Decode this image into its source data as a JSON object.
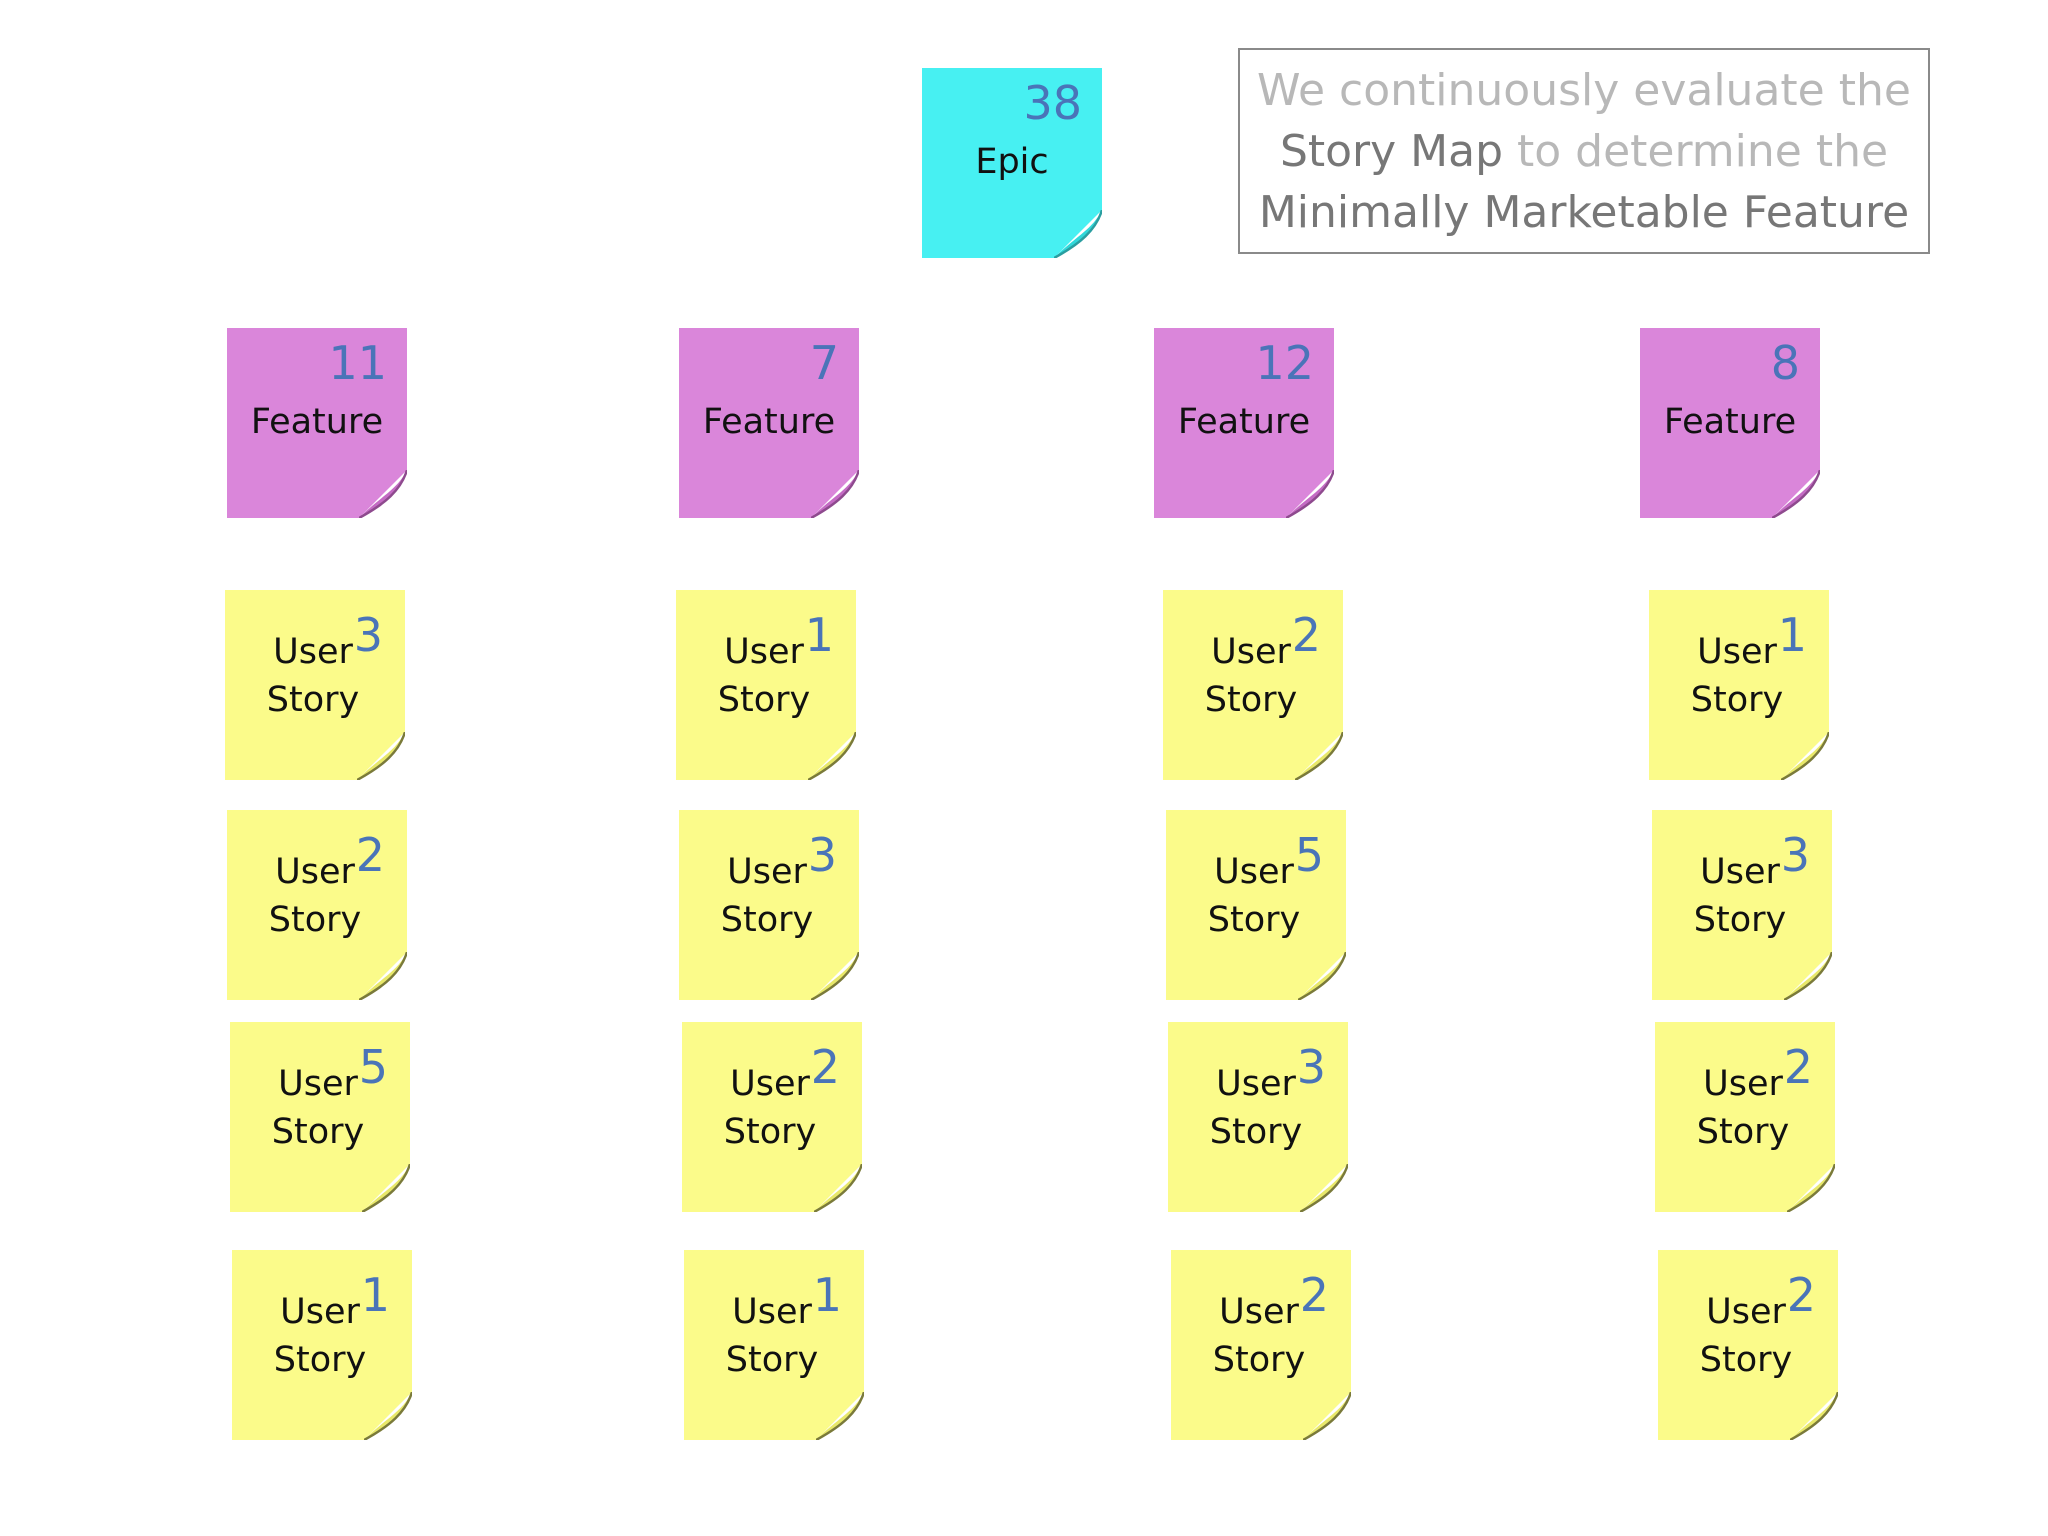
{
  "caption": {
    "line1": "We continuously evaluate the",
    "line2_highlight": "Story Map",
    "line2_rest": " to determine the",
    "line3": "Minimally Marketable Feature"
  },
  "epic": {
    "label": "Epic",
    "points": "38"
  },
  "features": [
    {
      "label": "Feature",
      "points": "11",
      "stories": [
        {
          "label_line1": "User",
          "label_line2": "Story",
          "points": "3"
        },
        {
          "label_line1": "User",
          "label_line2": "Story",
          "points": "2"
        },
        {
          "label_line1": "User",
          "label_line2": "Story",
          "points": "5"
        },
        {
          "label_line1": "User",
          "label_line2": "Story",
          "points": "1"
        }
      ]
    },
    {
      "label": "Feature",
      "points": "7",
      "stories": [
        {
          "label_line1": "User",
          "label_line2": "Story",
          "points": "1"
        },
        {
          "label_line1": "User",
          "label_line2": "Story",
          "points": "3"
        },
        {
          "label_line1": "User",
          "label_line2": "Story",
          "points": "2"
        },
        {
          "label_line1": "User",
          "label_line2": "Story",
          "points": "1"
        }
      ]
    },
    {
      "label": "Feature",
      "points": "12",
      "stories": [
        {
          "label_line1": "User",
          "label_line2": "Story",
          "points": "2"
        },
        {
          "label_line1": "User",
          "label_line2": "Story",
          "points": "5"
        },
        {
          "label_line1": "User",
          "label_line2": "Story",
          "points": "3"
        },
        {
          "label_line1": "User",
          "label_line2": "Story",
          "points": "2"
        }
      ]
    },
    {
      "label": "Feature",
      "points": "8",
      "stories": [
        {
          "label_line1": "User",
          "label_line2": "Story",
          "points": "1"
        },
        {
          "label_line1": "User",
          "label_line2": "Story",
          "points": "3"
        },
        {
          "label_line1": "User",
          "label_line2": "Story",
          "points": "2"
        },
        {
          "label_line1": "User",
          "label_line2": "Story",
          "points": "2"
        }
      ]
    }
  ],
  "colors": {
    "epic": "#47f0f2",
    "feature": "#da86da",
    "story": "#fbfb8a",
    "points_text": "#4a74b8"
  }
}
